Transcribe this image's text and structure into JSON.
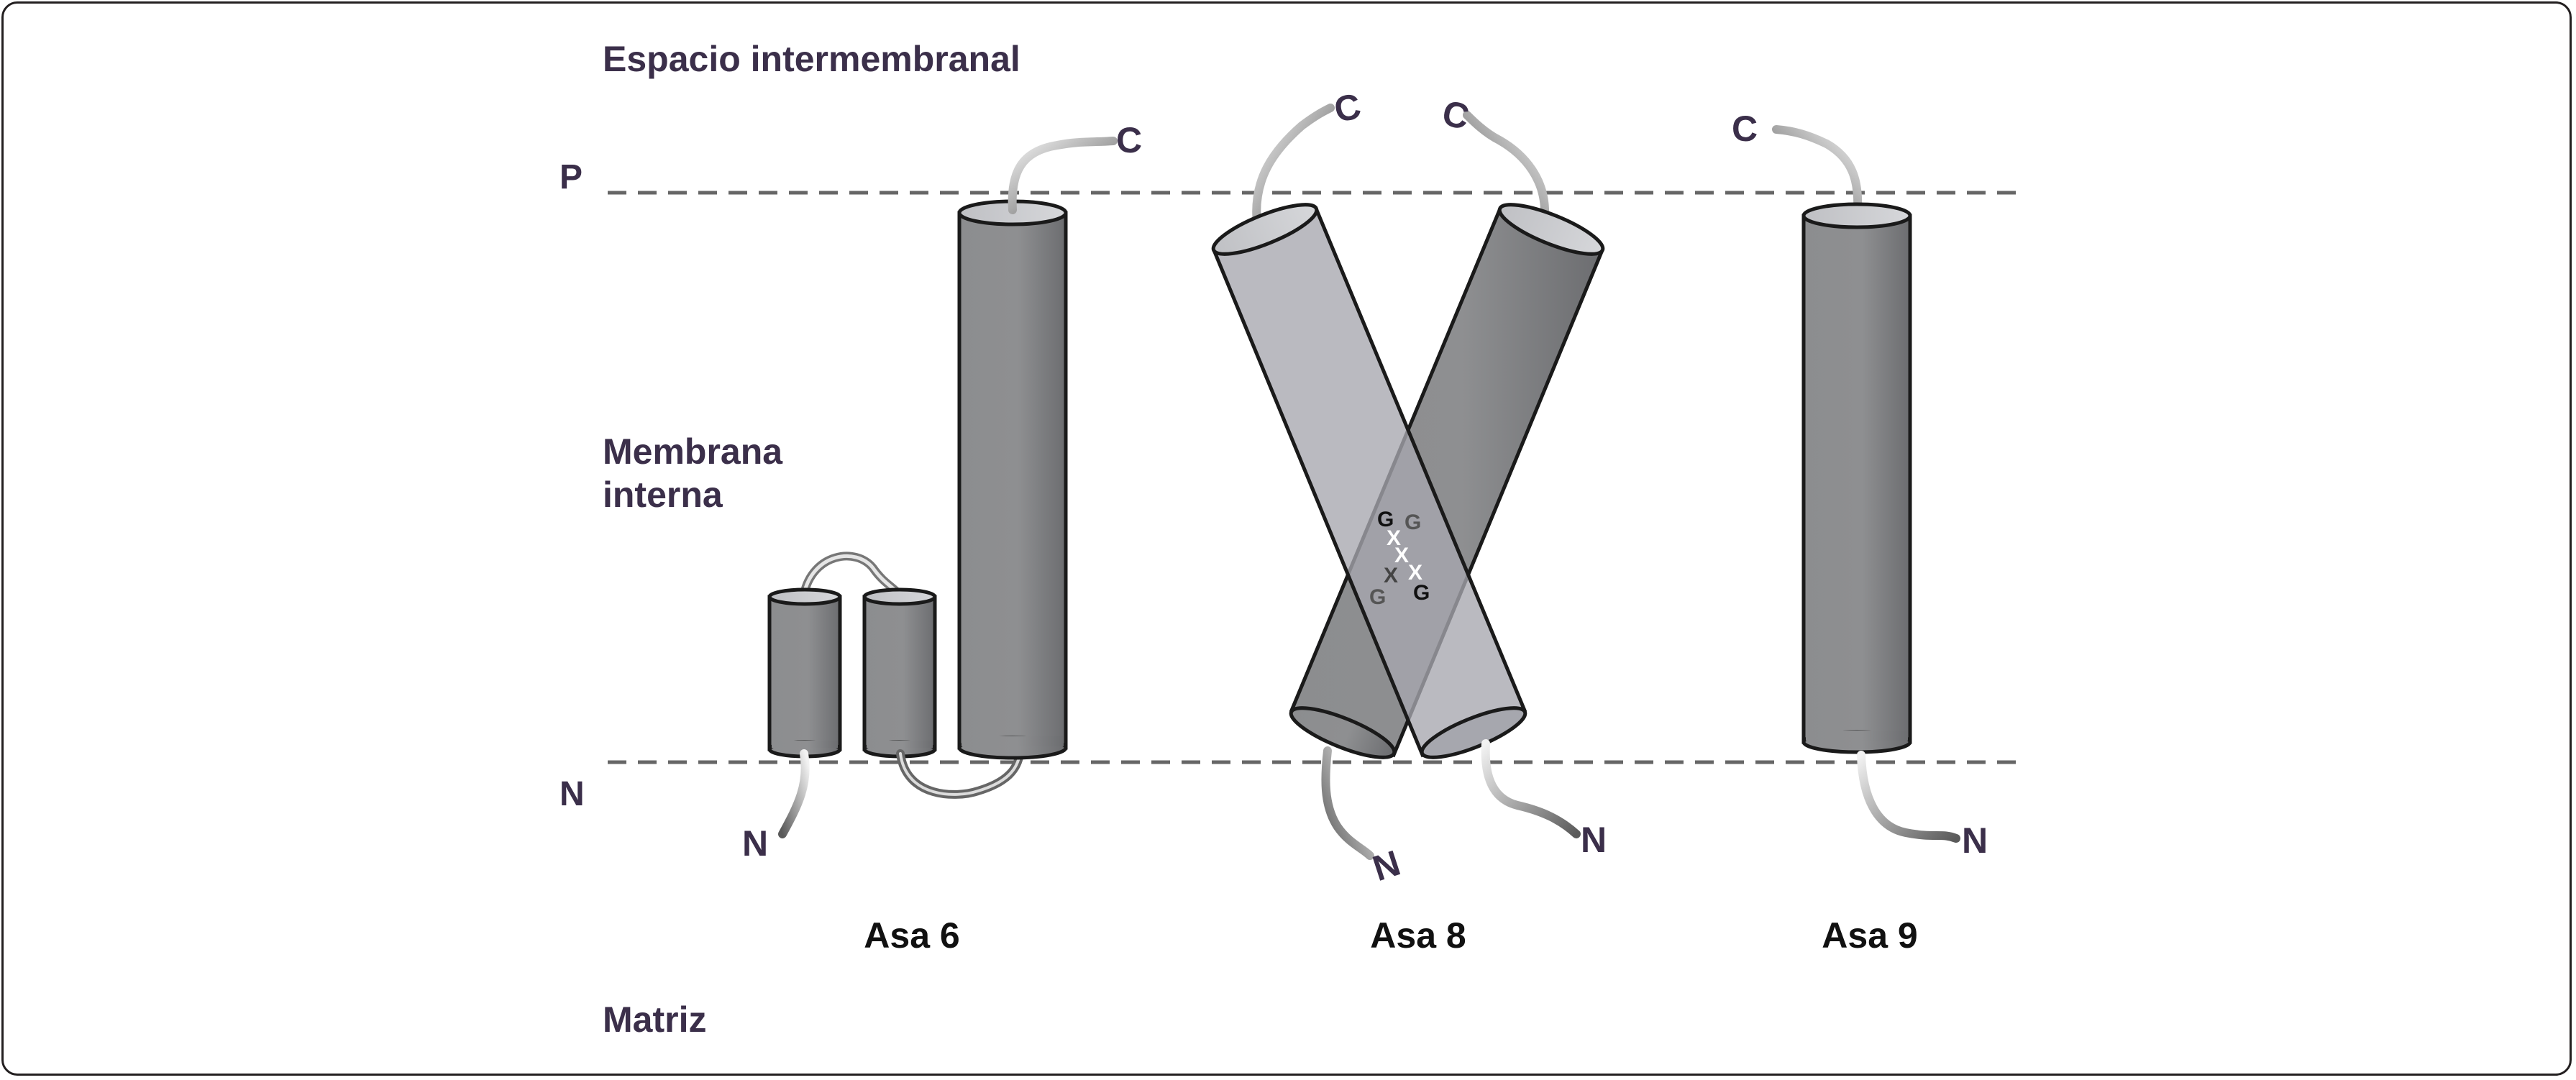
{
  "regions": {
    "intermembrane": "Espacio intermembranal",
    "membrane_line1": "Membrana",
    "membrane_line2": "interna",
    "matrix": "Matriz"
  },
  "sides": {
    "positive": "P",
    "negative": "N"
  },
  "termini": {
    "c": "C",
    "n": "N"
  },
  "motif": {
    "glycine": "G",
    "any": "X"
  },
  "loops": [
    {
      "label": "Asa 6"
    },
    {
      "label": "Asa 8"
    },
    {
      "label": "Asa 9"
    }
  ],
  "colors": {
    "helix_dark": "#8a8b8d",
    "helix_light": "#a8a9b0",
    "outline": "#1a1a1a",
    "membrane_line": "#666666",
    "label_text": "#3b2f4a",
    "frame": "#231f20"
  }
}
